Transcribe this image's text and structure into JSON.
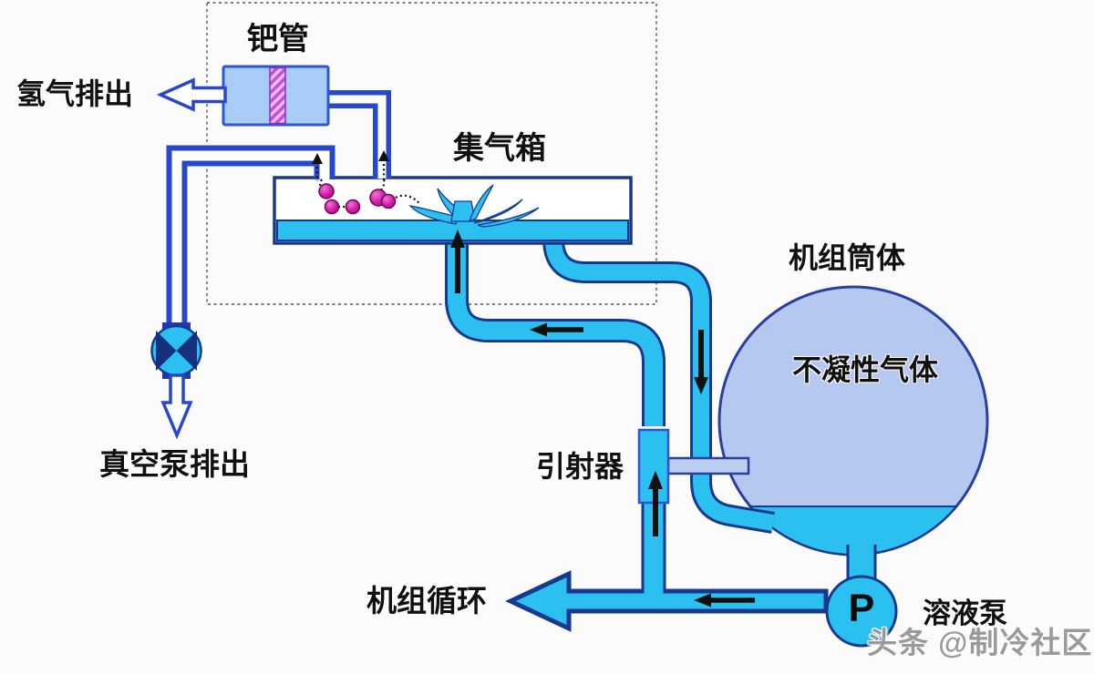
{
  "diagram": {
    "type": "refrigeration-unit purge / non-condensable gas extraction schematic",
    "labels": {
      "palladium_tube": "钯管",
      "hydrogen_discharge": "氢气排出",
      "gas_collection_box": "集气箱",
      "unit_shell": "机组筒体",
      "non_condensable_gas": "不凝性气体",
      "ejector": "引射器",
      "vacuum_pump_discharge": "真空泵排出",
      "unit_circulation": "机组循环",
      "solution_pump": "溶液泵",
      "pump_symbol": "P"
    },
    "watermark": "头条 @制冷社区",
    "components": [
      {
        "name": "palladium-tube",
        "desc": "light blue tube with magenta hatched membrane stripe"
      },
      {
        "name": "hydrogen-out-arrow",
        "desc": "white left arrow outlined blue, from palladium tube"
      },
      {
        "name": "gas-collection-box",
        "desc": "white box with cyan liquid band and splash fountain"
      },
      {
        "name": "gas-molecules",
        "count": 5,
        "color": "#cc17a6"
      },
      {
        "name": "shutoff-valve",
        "desc": "cyan circle with dark blue bowtie X"
      },
      {
        "name": "vacuum-out-arrow",
        "desc": "white down arrow outlined blue"
      },
      {
        "name": "ejector",
        "desc": "cyan block on vertical pipe with suction pipe from shell"
      },
      {
        "name": "unit-shell",
        "desc": "large periwinkle circle, cyan liquid at bottom"
      },
      {
        "name": "solution-pump",
        "desc": "cyan circle marked P"
      },
      {
        "name": "circulation-arrow",
        "desc": "large cyan left arrowhead"
      }
    ],
    "flow_arrows": [
      {
        "direction": "up",
        "at": "riser-1 into palladium line"
      },
      {
        "direction": "up",
        "at": "riser-2 into palladium line"
      },
      {
        "direction": "up",
        "at": "discharge riser into collection box"
      },
      {
        "direction": "down",
        "at": "liquid return pipe to shell"
      },
      {
        "direction": "left",
        "at": "ejector feed horizontal pipe"
      },
      {
        "direction": "up",
        "at": "ejector throat"
      },
      {
        "direction": "left",
        "at": "pump discharge pipe"
      },
      {
        "direction": "left",
        "at": "hydrogen discharge (white arrow)"
      },
      {
        "direction": "down",
        "at": "vacuum pump discharge (white arrow)"
      }
    ],
    "colors": {
      "background": "#fbfbfb",
      "pipe_cyan": "#2bc0ef",
      "pipe_outline_navy": "#16398f",
      "thin_pipe_blue": "#2848cc",
      "vessel_fill": "#b4c8f0",
      "vessel_outline": "#2a3f9f",
      "palladium_fill": "#a8cdf6",
      "membrane_stripe": "#c050dd",
      "molecule": "#cc17a6",
      "flow_arrow_black": "#111111",
      "watermark_gray": "#9a9a9a",
      "dashed_border": "#555555"
    }
  }
}
